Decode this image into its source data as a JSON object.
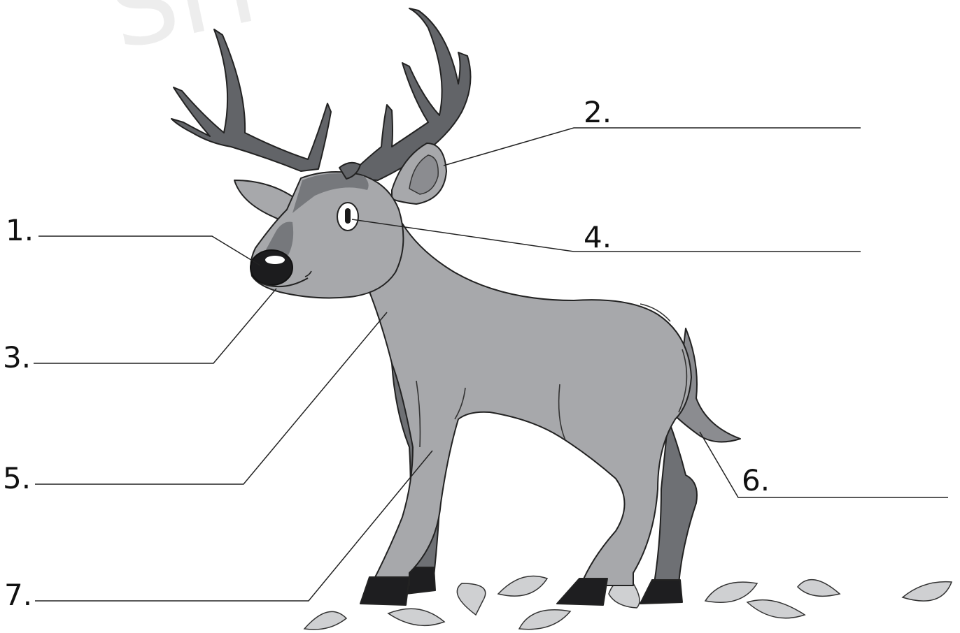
{
  "watermark": "SH",
  "labels": [
    {
      "number": "1.",
      "part": "nose"
    },
    {
      "number": "2.",
      "part": "ear"
    },
    {
      "number": "3.",
      "part": "mouth"
    },
    {
      "number": "4.",
      "part": "eye"
    },
    {
      "number": "5.",
      "part": "neck"
    },
    {
      "number": "6.",
      "part": "tail"
    },
    {
      "number": "7.",
      "part": "leg"
    }
  ],
  "colors": {
    "body": "#a7a8ab",
    "shadow": "#6e7074",
    "antler": "#626468",
    "hoof": "#1e1e20",
    "nose": "#1c1c1e",
    "outline": "#222222",
    "leaf": "#c9cacc"
  }
}
